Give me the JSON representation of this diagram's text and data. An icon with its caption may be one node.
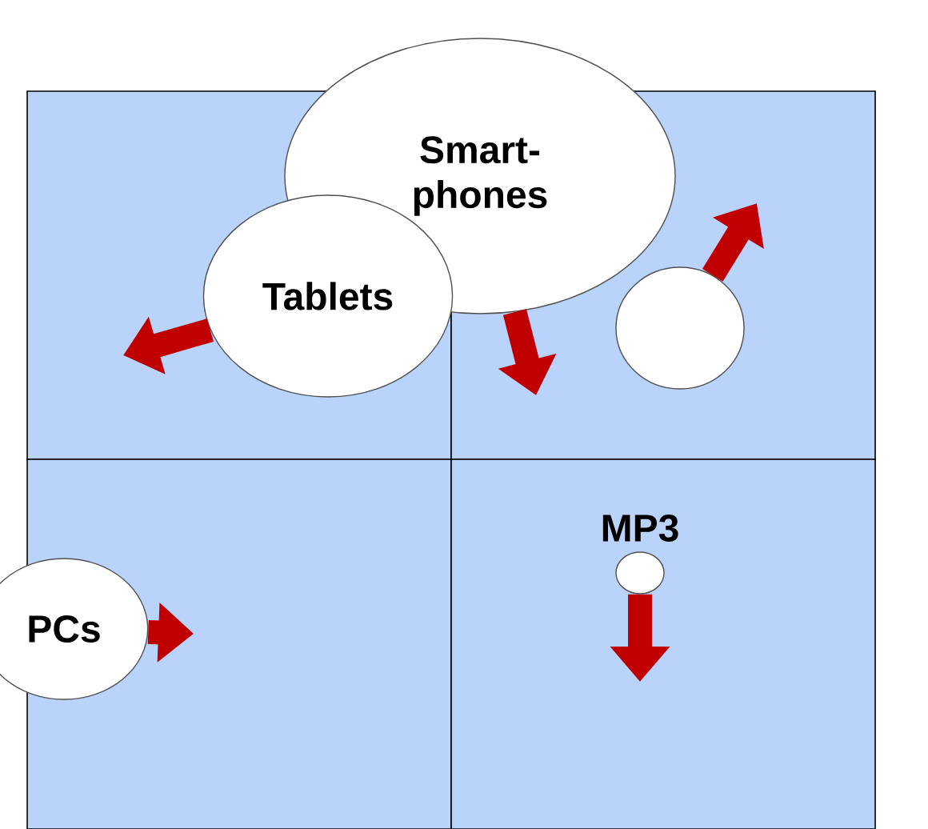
{
  "diagram": {
    "nodes": [
      {
        "text": [
          "Smart- phones"
        ]
      },
      {
        "text": [
          "Tablets"
        ]
      },
      {
        "text": [],
        "shape": "circle"
      },
      {
        "text": [],
        "shape": "circle",
        "beside": [
          "MP3"
        ]
      },
      {
        "text": [
          "PCs"
        ]
      }
    ],
    "edges": [
      {
        "from": 0,
        "to": null,
        "arrow": "to"
      },
      {
        "from": 1,
        "to": null,
        "arrow": "to"
      },
      {
        "from": 2,
        "to": null,
        "arrow": "to"
      },
      {
        "from": 3,
        "to": null,
        "arrow": "to"
      },
      {
        "from": 4,
        "to": null,
        "arrow": "to"
      }
    ]
  }
}
